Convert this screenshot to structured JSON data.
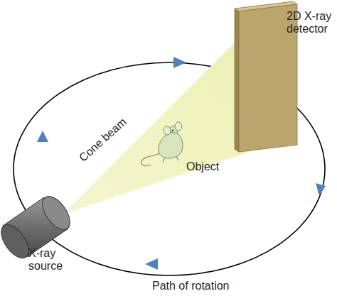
{
  "diagram": {
    "labels": [
      "2D X-ray detector",
      "Cone beam",
      "Object",
      "X-ray source",
      "Path of rotation"
    ]
  }
}
